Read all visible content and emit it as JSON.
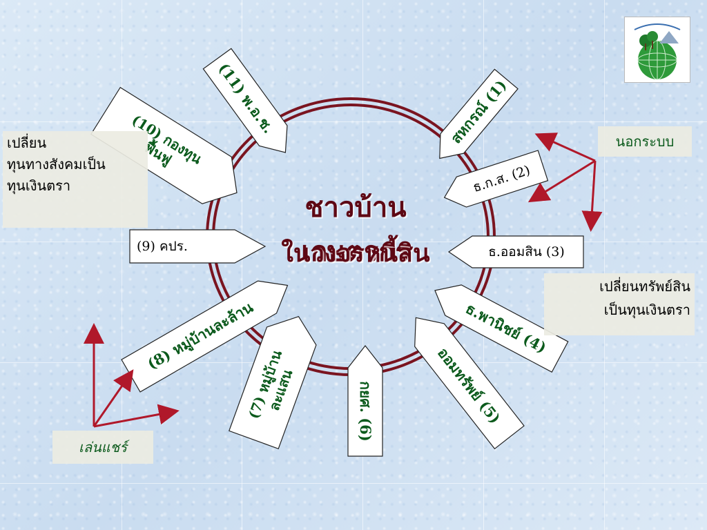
{
  "center": {
    "line1": "ชาวบ้านเกษตรกร",
    "line2": "ในวงจรหนี้สิน"
  },
  "spokes": [
    {
      "id": "coop",
      "label": "สหกรณ์ (1)"
    },
    {
      "id": "baac",
      "label": "ธ.ก.ส. (2)"
    },
    {
      "id": "gsb",
      "label": "ธ.ออมสิน (3)"
    },
    {
      "id": "commercial_bank",
      "label": "ธ.พานิชย์ (4)"
    },
    {
      "id": "savings",
      "label": "ออมทรัพย์ (5)"
    },
    {
      "id": "fund6",
      "label": "กยศ. (6)"
    },
    {
      "id": "village_mini",
      "label_line1": "(7) หมู่บ้าน",
      "label_line2": "ละแสน"
    },
    {
      "id": "village_million",
      "label": "(8) หมู่บ้านละล้าน"
    },
    {
      "id": "kpr",
      "label": "(9) คปร."
    },
    {
      "id": "rehab_fund",
      "label_line1": "(10) กองทุน",
      "label_line2": "ฟื้นฟู"
    },
    {
      "id": "pos",
      "label": "(11) พ.อ.ช."
    }
  ],
  "notes": {
    "left_top": [
      "เปลี่ยน",
      "ทุนทางสังคมเป็น",
      "ทุนเงินตรา"
    ],
    "right_top": "นอกระบบ",
    "right_mid": [
      "เปลี่ยนทรัพย์สิน",
      "เป็นทุนเงินตรา"
    ],
    "left_bottom": "เล่นแชร์"
  },
  "colors": {
    "ring": "#7a1420",
    "arrow_text": "#0b5a1c",
    "center_text": "#5e0814",
    "red_arrow": "#b0182a",
    "logo_green": "#2e9a3a"
  },
  "icons": {
    "logo": "globe-tree-logo-icon"
  }
}
